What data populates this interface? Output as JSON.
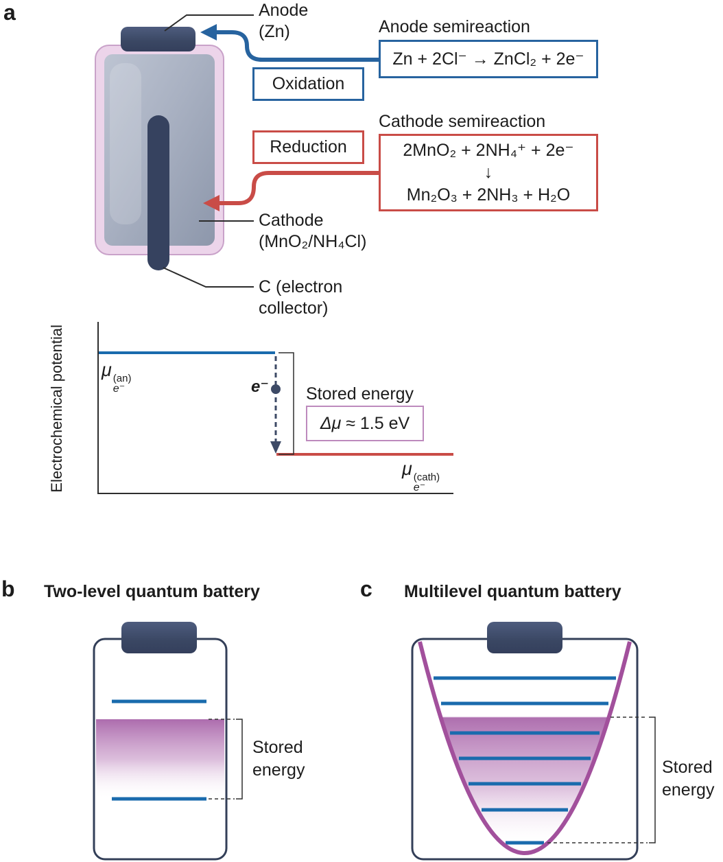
{
  "panel_a": {
    "label": "a",
    "anode_label": {
      "line1": "Anode",
      "line2": "(Zn)"
    },
    "oxidation": "Oxidation",
    "reduction": "Reduction",
    "anode_semireaction": {
      "title": "Anode semireaction",
      "equation": "Zn + 2Cl⁻ → ZnCl₂ + 2e⁻"
    },
    "cathode_semireaction": {
      "title": "Cathode semireaction",
      "line1": "2MnO₂ + 2NH₄⁺ + 2e⁻",
      "arrow": "↓",
      "line2": "Mn₂O₃ + 2NH₃ + H₂O"
    },
    "cathode_label": {
      "line1": "Cathode",
      "line2": "(MnO₂/NH₄Cl)"
    },
    "collector_label": {
      "line1": "C (electron",
      "line2": "collector)"
    },
    "plot": {
      "ylabel": "Electrochemical potential",
      "mu_anode": {
        "base": "μ",
        "sup": "(an)",
        "sub": "e⁻"
      },
      "mu_cathode": {
        "base": "μ",
        "sup": "(cath)",
        "sub": "e⁻"
      },
      "electron": "e⁻",
      "stored_energy": "Stored energy",
      "delta_mu": {
        "symbol": "Δμ",
        "value": " ≈ 1.5 eV"
      }
    }
  },
  "panel_b": {
    "label": "b",
    "title": "Two-level quantum battery",
    "stored_energy": {
      "line1": "Stored",
      "line2": "energy"
    }
  },
  "panel_c": {
    "label": "c",
    "title": "Multilevel quantum battery",
    "stored_energy": {
      "line1": "Stored",
      "line2": "energy"
    }
  },
  "colors": {
    "oxidation_blue": "#27639f",
    "reduction_red": "#c94c47",
    "level_blue": "#1a6bad",
    "purple": "#a2509c",
    "cap_navy": "#3e4b68",
    "casing_pink": "#ecd4ea"
  }
}
